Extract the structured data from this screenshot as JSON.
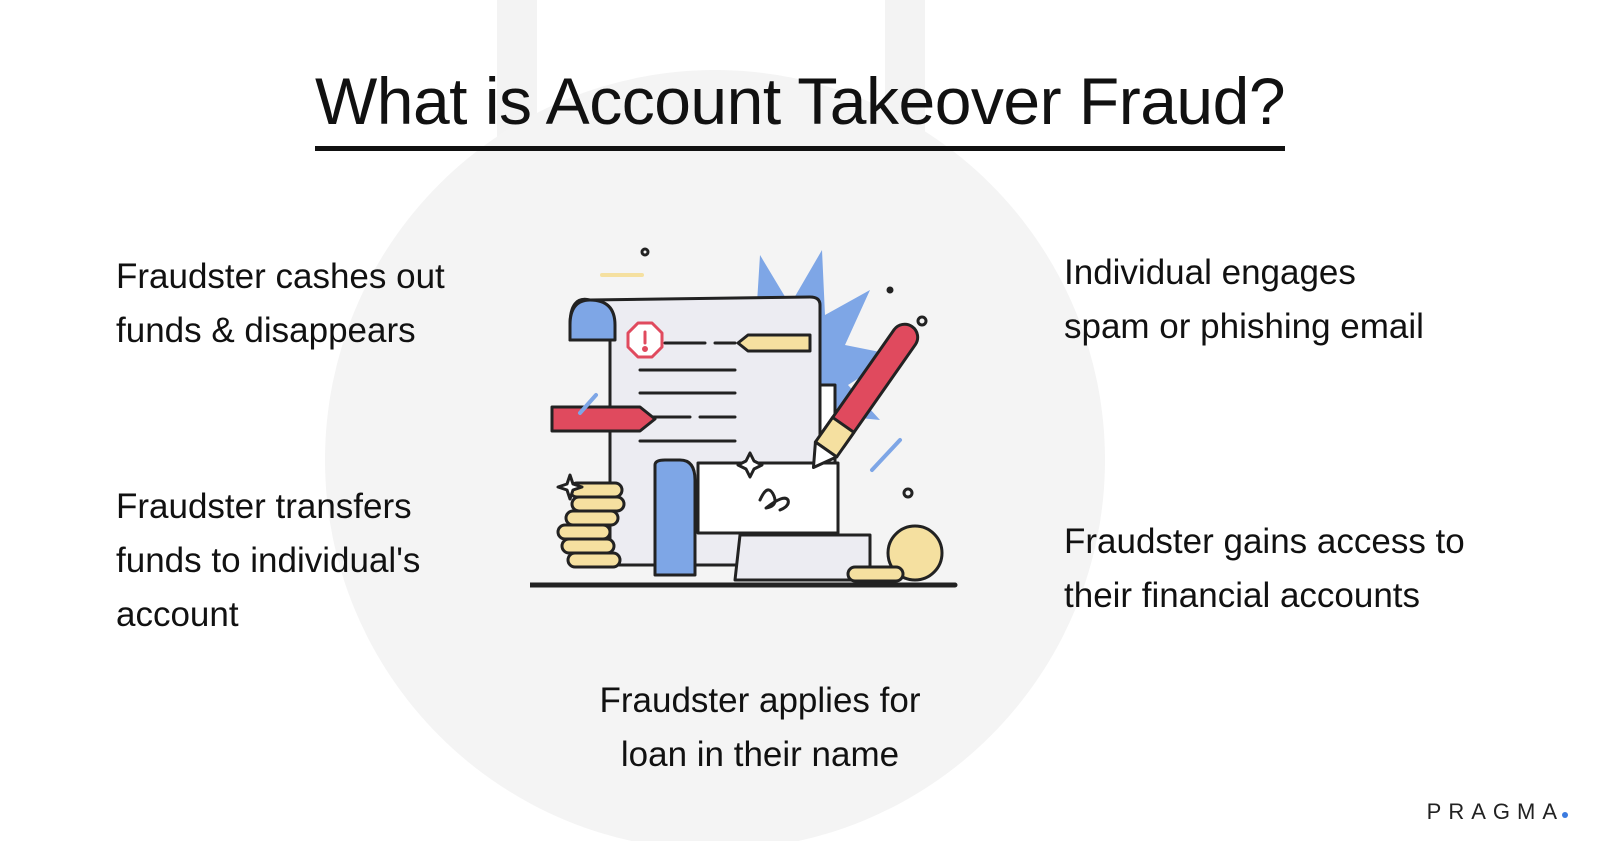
{
  "title": "What is Account Takeover Fraud?",
  "steps": [
    {
      "lines": [
        "Fraudster cashes out",
        "funds & disappears"
      ]
    },
    {
      "lines": [
        "Fraudster transfers",
        "funds to individual's",
        "account"
      ]
    },
    {
      "lines": [
        "Individual engages",
        "spam or phishing email"
      ]
    },
    {
      "lines": [
        "Fraudster gains access to",
        "their financial accounts"
      ]
    },
    {
      "lines": [
        "Fraudster applies for",
        "loan in their name"
      ]
    }
  ],
  "brand": {
    "name": "PRAGMA",
    "dot_color": "#3b7be0"
  },
  "colors": {
    "background_shape": "#f3f3f3",
    "blue": "#7ea6e6",
    "red": "#e04a5e",
    "yellow": "#f5e0a0",
    "outline": "#222222"
  },
  "illustration_icon": "document-signing-icon"
}
